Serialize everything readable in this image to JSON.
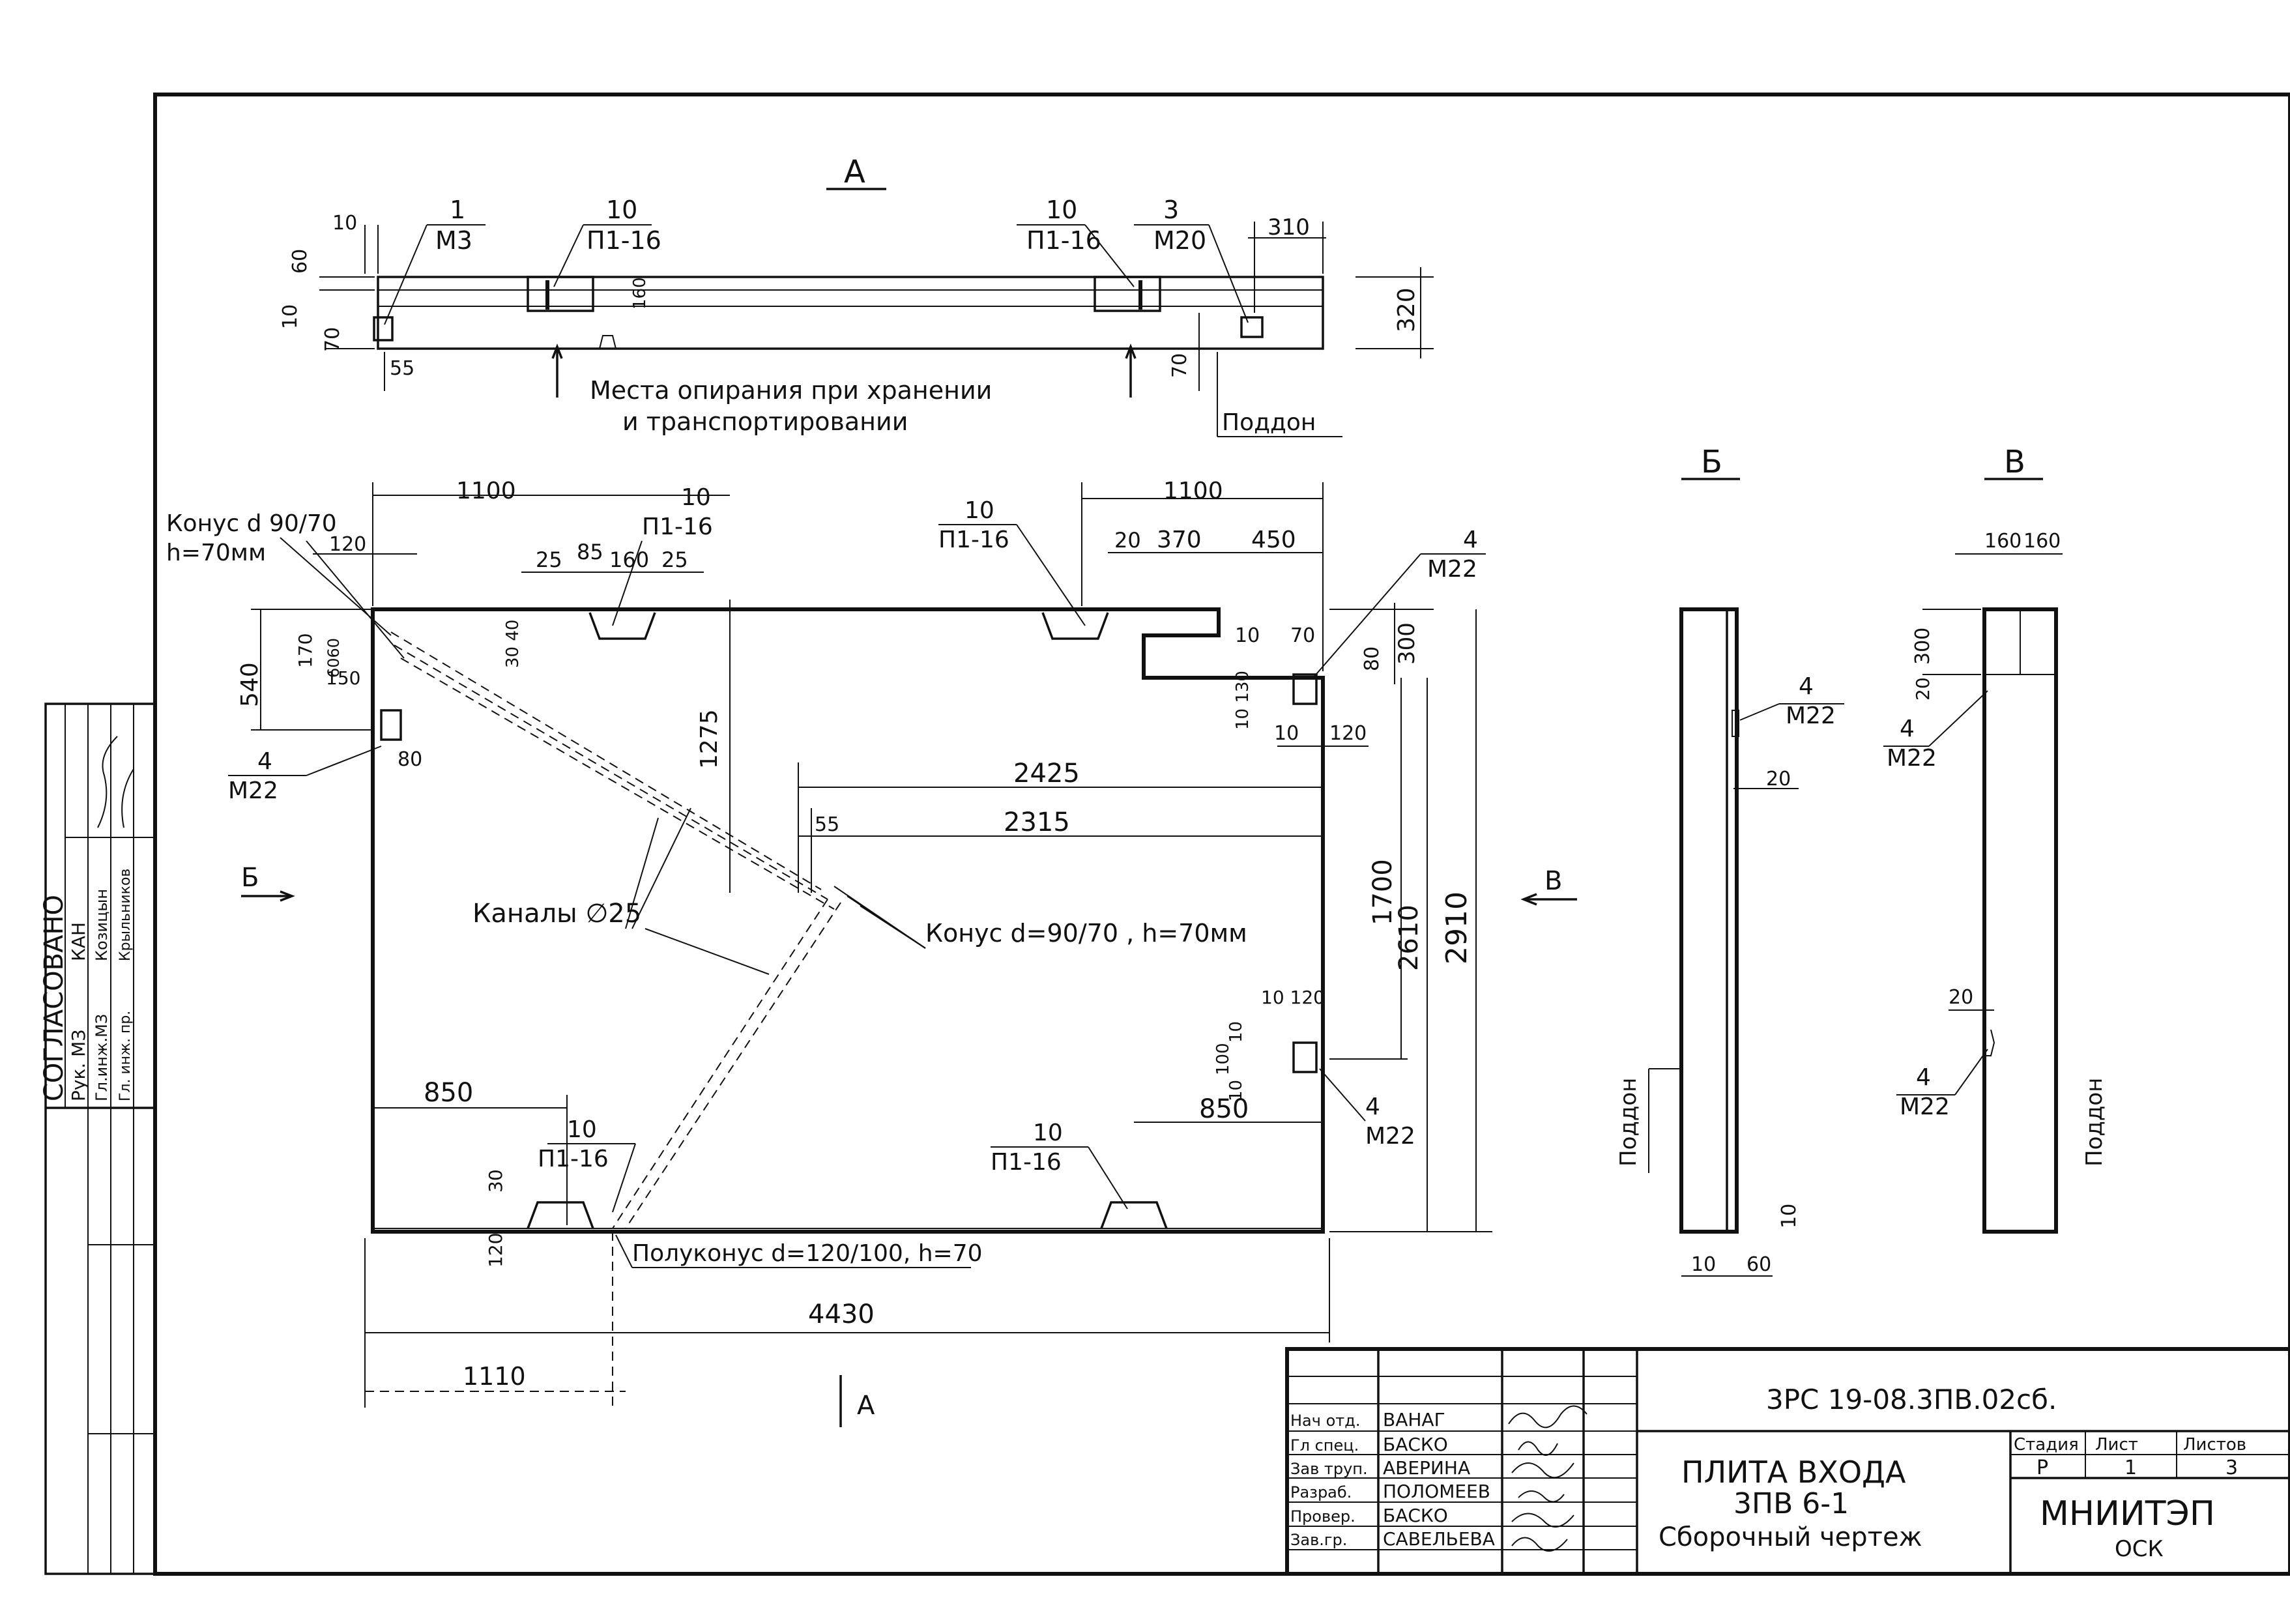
{
  "stamp": {
    "code": "3РС 19-08.3ПВ.02сб.",
    "title_lines": [
      "ПЛИТА ВХОДА",
      "3ПВ 6-1",
      "Сборочный чертеж"
    ],
    "org_lines": [
      "МНИИТЭП",
      "ОСК"
    ],
    "stage_headers": [
      "Стадия",
      "Лист",
      "Листов"
    ],
    "stage_values": [
      "Р",
      "1",
      "3"
    ],
    "people": [
      {
        "role": "Нач отд.",
        "name": "ВАНАГ"
      },
      {
        "role": "Гл спец.",
        "name": "БАСКО"
      },
      {
        "role": "Зав труп.",
        "name": "АВЕРИНА"
      },
      {
        "role": "Разраб.",
        "name": "ПОЛОМЕЕВ"
      },
      {
        "role": "Провер.",
        "name": "БАСКО"
      },
      {
        "role": "Зав.гр.",
        "name": "САВЕЛЬЕВА"
      }
    ]
  },
  "approval": {
    "title": "СОГЛАСОВАНО",
    "rows": [
      {
        "role": "Рук. МЗ",
        "name": "КАН"
      },
      {
        "role": "Гл.инж.МЗ",
        "name": "Козицын"
      },
      {
        "role": "Гл. инж. пр.",
        "name": "Крыльников"
      }
    ]
  },
  "section_labels": {
    "a": "А",
    "b": "Б",
    "v": "В",
    "a_arrow": "А",
    "b_arrow": "Б",
    "v_arrow": "В"
  },
  "top_view": {
    "items": [
      {
        "pos": "1",
        "mark": "М3"
      },
      {
        "pos": "10",
        "mark": "П1-16"
      },
      {
        "pos": "10",
        "mark": "П1-16"
      },
      {
        "pos": "3",
        "mark": "М20"
      }
    ],
    "dims": {
      "d10": "10",
      "d60": "60",
      "d10b": "10",
      "d70": "70",
      "d55": "55",
      "d160": "160",
      "d310": "310",
      "d320": "320",
      "d70b": "70"
    },
    "support_note_lines": [
      "Места опирания при хранении",
      "и транспортировании"
    ],
    "pallet": "Поддон"
  },
  "plan_view": {
    "cone_note_lines": [
      "Конус d 90/70",
      "h=70мм"
    ],
    "items": [
      {
        "pos": "10",
        "mark": "П1-16"
      },
      {
        "pos": "10",
        "mark": "П1-16"
      },
      {
        "pos": "10",
        "mark": "П1-16"
      },
      {
        "pos": "10",
        "mark": "П1-16"
      },
      {
        "pos": "4",
        "mark": "М22"
      },
      {
        "pos": "4",
        "mark": "М22"
      },
      {
        "pos": "4",
        "mark": "М22"
      }
    ],
    "dims": {
      "d1100a": "1100",
      "d1100b": "1100",
      "d120": "120",
      "d25a": "25",
      "d85": "85",
      "d160": "160",
      "d25b": "25",
      "d20": "20",
      "d370": "370",
      "d450": "450",
      "d540": "540",
      "d170": "170",
      "d6060": "6060",
      "d150": "150",
      "d80a": "80",
      "d3040": "30 40",
      "d1275": "1275",
      "d10a": "10",
      "d70": "70",
      "d80b": "80",
      "d300": "300",
      "d10130": "10 130",
      "d10b": "10",
      "d120b": "120",
      "d2425": "2425",
      "d55": "55",
      "d2315": "2315",
      "d1700": "1700",
      "d2610": "2610",
      "d2910": "2910",
      "d10120": "10 120",
      "d10c": "10",
      "d100": "100",
      "d10d": "10",
      "d850a": "850",
      "d850b": "850",
      "d30": "30",
      "d120c": "120",
      "d4430": "4430",
      "d1110": "1110"
    },
    "channels": "Каналы ∅25",
    "cone_note2": "Конус d=90/70 , h=70мм",
    "half_cone": "Полуконус d=120/100, h=70"
  },
  "side_b": {
    "item": {
      "pos": "4",
      "mark": "М22"
    },
    "dims": {
      "d20": "20",
      "d10": "10",
      "d10b": "10",
      "d60": "60"
    },
    "pallet": "Поддон"
  },
  "side_v": {
    "items": [
      {
        "pos": "4",
        "mark": "М22"
      },
      {
        "pos": "4",
        "mark": "М22"
      }
    ],
    "dims": {
      "d160a": "160",
      "d160b": "160",
      "d300": "300",
      "d20": "20",
      "d20b": "20"
    },
    "pallet": "Поддон"
  }
}
